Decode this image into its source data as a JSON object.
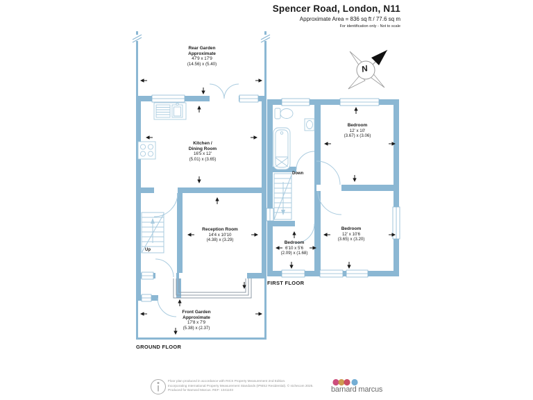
{
  "header": {
    "title": "Spencer Road, London, N11",
    "area": "Approximate Area = 836 sq ft / 77.6 sq m",
    "disclaimer": "For identification only - Not to scale"
  },
  "compass": {
    "north": "N"
  },
  "ground_floor": {
    "label": "GROUND FLOOR",
    "stairs": "Up",
    "rear_garden": {
      "name": "Rear Garden",
      "qualifier": "Approximate",
      "imperial": "47'9 x 17'9",
      "metric": "(14.56) x (5.40)"
    },
    "kitchen": {
      "name_line1": "Kitchen /",
      "name_line2": "Dining Room",
      "imperial": "16'5 x 12'",
      "metric": "(5.01) x (3.65)"
    },
    "reception": {
      "name": "Reception Room",
      "imperial": "14'4 x 10'10",
      "metric": "(4.38) x (3.29)"
    },
    "front_garden": {
      "name": "Front Garden",
      "qualifier": "Approximate",
      "imperial": "17'8 x 7'9",
      "metric": "(5.38) x (2.37)"
    }
  },
  "first_floor": {
    "label": "FIRST FLOOR",
    "stairs": "Down",
    "bedroom_top": {
      "name": "Bedroom",
      "imperial": "12' x 10'",
      "metric": "(3.67) x (3.06)"
    },
    "bedroom_small": {
      "name": "Bedroom",
      "imperial": "6'10 x 5'6",
      "metric": "(2.09) x (1.68)"
    },
    "bedroom_bottom": {
      "name": "Bedroom",
      "imperial": "12' x 10'6",
      "metric": "(3.65) x (3.20)"
    }
  },
  "footer": {
    "line1": "Floor plan produced in accordance with RICS Property Measurement 2nd Edition.",
    "line2": "Incorporating International Property Measurement Standards (IPMS2 Residential). © nichecom 2025.",
    "line3": "Produced for Barnard Marcus.   REF: 1341103",
    "brand": "barnard marcus"
  },
  "colors": {
    "wall": "#8bb7d3",
    "fixture": "#a9cbdf"
  }
}
